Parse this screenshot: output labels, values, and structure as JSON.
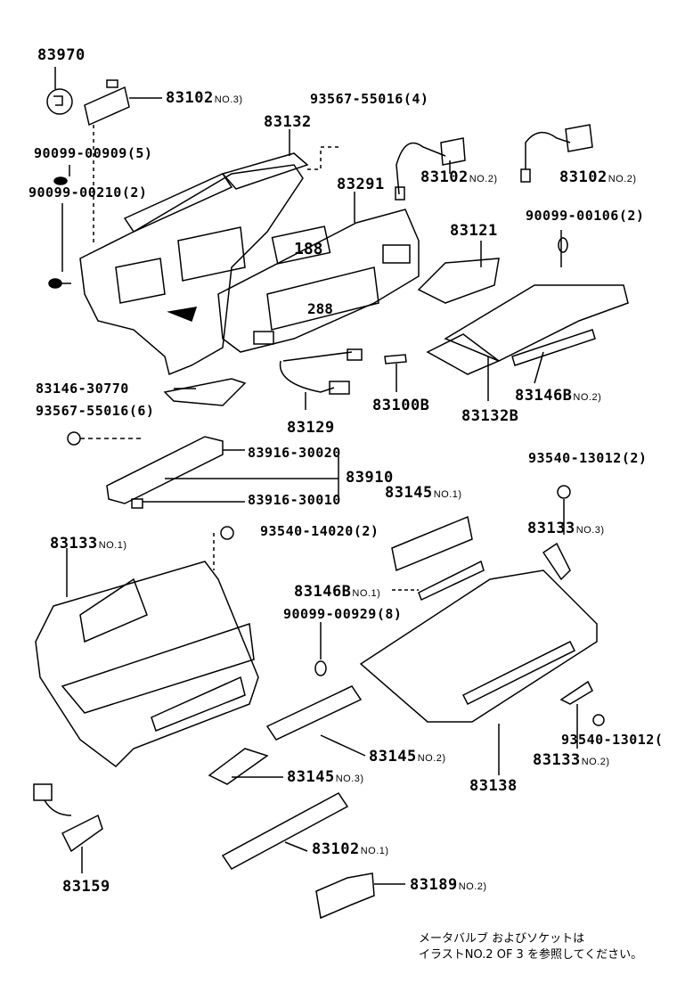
{
  "labels": [
    {
      "part": "83970",
      "note": ""
    },
    {
      "part": "83102",
      "note": "NO.3)"
    },
    {
      "part": "93567-55016(4)",
      "note": ""
    },
    {
      "part": "83132",
      "note": ""
    },
    {
      "part": "90099-00909(5)",
      "note": ""
    },
    {
      "part": "90099-00210(2)",
      "note": ""
    },
    {
      "part": "83291",
      "note": ""
    },
    {
      "part": "83102",
      "note": "NO.2)"
    },
    {
      "part": "83102",
      "note": "NO.2)"
    },
    {
      "part": "90099-00106(2)",
      "note": ""
    },
    {
      "part": "83121",
      "note": ""
    },
    {
      "part": "83146-30770",
      "note": ""
    },
    {
      "part": "93567-55016(6)",
      "note": ""
    },
    {
      "part": "83129",
      "note": ""
    },
    {
      "part": "83100B",
      "note": ""
    },
    {
      "part": "83132B",
      "note": ""
    },
    {
      "part": "83146B",
      "note": "NO.2)"
    },
    {
      "part": "83916-30020",
      "note": ""
    },
    {
      "part": "83910",
      "note": ""
    },
    {
      "part": "83916-30010",
      "note": ""
    },
    {
      "part": "93540-13012(2)",
      "note": ""
    },
    {
      "part": "83145",
      "note": "NO.1)"
    },
    {
      "part": "93540-14020(2)",
      "note": ""
    },
    {
      "part": "83133",
      "note": "NO.1)"
    },
    {
      "part": "83133",
      "note": "NO.3)"
    },
    {
      "part": "83146B",
      "note": "NO.1)"
    },
    {
      "part": "90099-00929(8)",
      "note": ""
    },
    {
      "part": "93540-13012(",
      "note": ""
    },
    {
      "part": "83133",
      "note": "NO.2)"
    },
    {
      "part": "83145",
      "note": "NO.2)"
    },
    {
      "part": "83145",
      "note": "NO.3)"
    },
    {
      "part": "83138",
      "note": ""
    },
    {
      "part": "83159",
      "note": ""
    },
    {
      "part": "83102",
      "note": "NO.1)"
    },
    {
      "part": "83189",
      "note": "NO.2)"
    }
  ],
  "footnote": {
    "line1": "メータバルブ およびソケットは",
    "line2": "イラストNO.2 OF 3 を参照してください。"
  }
}
